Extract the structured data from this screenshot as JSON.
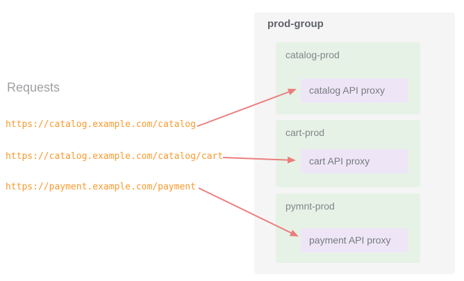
{
  "colors": {
    "page_bg": "#ffffff",
    "group_bg": "#f5f5f5",
    "env_bg": "#e6f2e6",
    "proxy_bg": "#eee6f7",
    "arrow": "#ec7d7d",
    "url_text": "#f9992e",
    "requests_heading_text": "#9d9fa3",
    "group_title_text": "#5f6368",
    "env_label_text": "#82868b",
    "proxy_label_text": "#77797d"
  },
  "requests": {
    "heading": "Requests",
    "urls": [
      "https://catalog.example.com/catalog",
      "https://catalog.example.com/catalog/cart",
      "https://payment.example.com/payment"
    ]
  },
  "group": {
    "title": "prod-group",
    "environments": [
      {
        "name": "catalog-prod",
        "proxy_label": "catalog API proxy"
      },
      {
        "name": "cart-prod",
        "proxy_label": "cart API proxy"
      },
      {
        "name": "pymnt-prod",
        "proxy_label": "payment API proxy"
      }
    ]
  }
}
